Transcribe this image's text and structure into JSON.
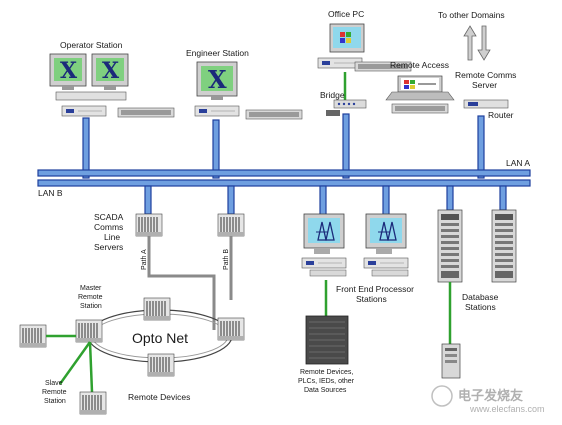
{
  "labels": {
    "operator_station": "Operator Station",
    "engineer_station": "Engineer Station",
    "office_pc": "Office PC",
    "to_other_domains": "To other Domains",
    "remote_access": "Remote Access",
    "remote_comms_line1": "Remote Comms",
    "remote_comms_line2": "Server",
    "bridge": "Bridge",
    "router": "Router",
    "lan_a": "LAN A",
    "lan_b": "LAN B",
    "scada_line1": "SCADA",
    "scada_line2": "Comms",
    "scada_line3": "Line",
    "scada_line4": "Servers",
    "path_a": "Path A",
    "path_b": "Path B",
    "fep_line1": "Front End Processor",
    "fep_line2": "Stations",
    "db_line1": "Database",
    "db_line2": "Stations",
    "master_line1": "Master",
    "master_line2": "Remote",
    "master_line3": "Station",
    "slave_line1": "Slave",
    "slave_line2": "Remote",
    "slave_line3": "Station",
    "opto_net": "Opto Net",
    "remote_devices": "Remote Devices",
    "rd_line1": "Remote Devices,",
    "rd_line2": "PLCs, IEDs, other",
    "rd_line3": "Data Sources",
    "monitor_mark": "X",
    "watermark": "电子发烧友",
    "watermark_url": "www.elecfans.com"
  },
  "colors": {
    "lan_blue": "#1e3f9e",
    "lan_fill": "#6f9fe0",
    "green_link": "#2fa12f",
    "grey_link": "#8a8a8a",
    "screen_green": "#7fd07f",
    "screen_cyan": "#8fd8ec",
    "x_color": "#1b2a7a"
  },
  "icons": {
    "workstation": "workstation-icon",
    "server_rack": "server-rack-icon",
    "tower": "tower-server-icon",
    "tower_scada": "tower-icon",
    "opto_ring": "opto-ring"
  }
}
